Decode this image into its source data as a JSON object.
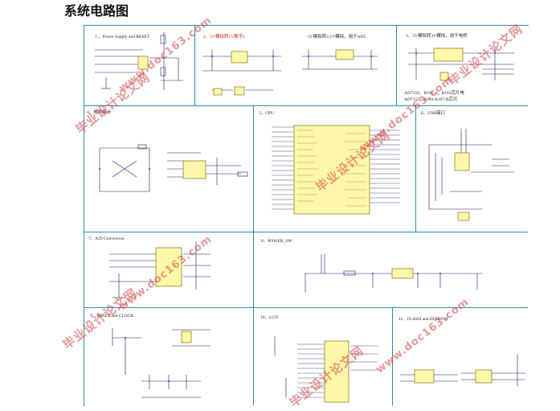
{
  "page": {
    "title": "系统电路图"
  },
  "sections": {
    "power": "1 、Power Supply and RESET",
    "s5v_digital": "2、5V模拟转5V数字1",
    "s25v_adc": "5V模拟转2.5V模拟，用于ADC",
    "s_bridge_5v": "3、5V模拟转3V模拟，用于电桥",
    "bridge_note_1": "AD7156、R101-4，R103芯片电",
    "bridge_note_2": "AD7155，R104-R107-B芯片",
    "s_bridge": "4、电桥部分",
    "cpu": "5、CPU",
    "s_usb": "6、USB接口",
    "adc": "7、A/D Conversion",
    "power_sw": "8、POWER_SW",
    "reset_clock": "9、RESET and CLOCK",
    "lcd": "10、LCD",
    "flash": "11、FLASH and EEPROM"
  },
  "watermarks": [
    "毕业设计论文网",
    "www.doc163.com",
    "毕业设计论文网",
    "www.doc163.com",
    "毕业设计论文网",
    "www.doc163.com",
    "毕业设计论文网",
    "www.doc163.com",
    "毕业设计论文网"
  ]
}
